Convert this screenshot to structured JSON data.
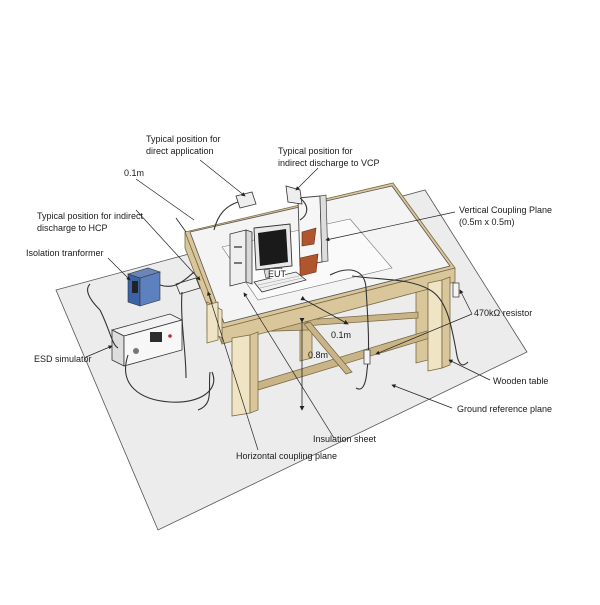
{
  "labels": {
    "direct_application": [
      "Typical position for",
      "direct application"
    ],
    "indirect_vcp": [
      "Typical position for",
      "indirect discharge to VCP"
    ],
    "dist_top": "0.1m",
    "indirect_hcp": [
      "Typical position for indirect",
      "discharge to HCP"
    ],
    "vcp": [
      "Vertical Coupling Plane",
      "(0.5m x 0.5m)"
    ],
    "isolation_transformer": "Isolation tranformer",
    "eut": "EUT",
    "resistor": "470kΩ resistor",
    "dist_mid": "0.1m",
    "height": "0.8m",
    "esd_simulator": "ESD simulator",
    "wooden_table": "Wooden table",
    "ground_plane": "Ground reference plane",
    "insulation_sheet": "Insulation sheet",
    "hcp": "Horizontal coupling plane"
  }
}
